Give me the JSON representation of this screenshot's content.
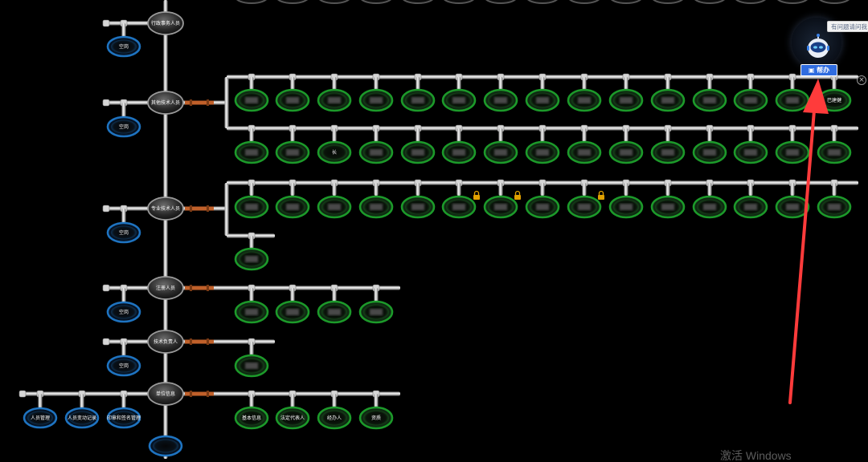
{
  "categories": {
    "admin_staff": "行政事务人员",
    "other_tech_staff": "其他技术人员",
    "professional_tech_staff": "专业技术人员",
    "registered_staff": "注册人员",
    "tech_lead": "技术负责人",
    "unit_info": "单位信息"
  },
  "vacant_label": "空岗",
  "last_row1_label": "巴建健",
  "row2_partial_label": "长",
  "unit_subitems": [
    "人员管理",
    "人员变动记录",
    "印章和签名管理"
  ],
  "unit_green_items": [
    "基本信息",
    "法定代表人",
    "经办人",
    "资质"
  ],
  "help": {
    "bubble_text": "有问题请问我",
    "button_label": "帮办",
    "close_label": "×"
  },
  "watermark_text": "激活 Windows",
  "colors": {
    "background": "#000000",
    "green_ring": "#1c9a2a",
    "blue_ring": "#1e73c0",
    "valve": "#c0602a",
    "lock": "#e0a000"
  },
  "icons": {
    "lock": "lock-icon",
    "robot": "robot-assistant-icon",
    "close": "close-icon",
    "arrow": "red-arrow-annotation"
  }
}
